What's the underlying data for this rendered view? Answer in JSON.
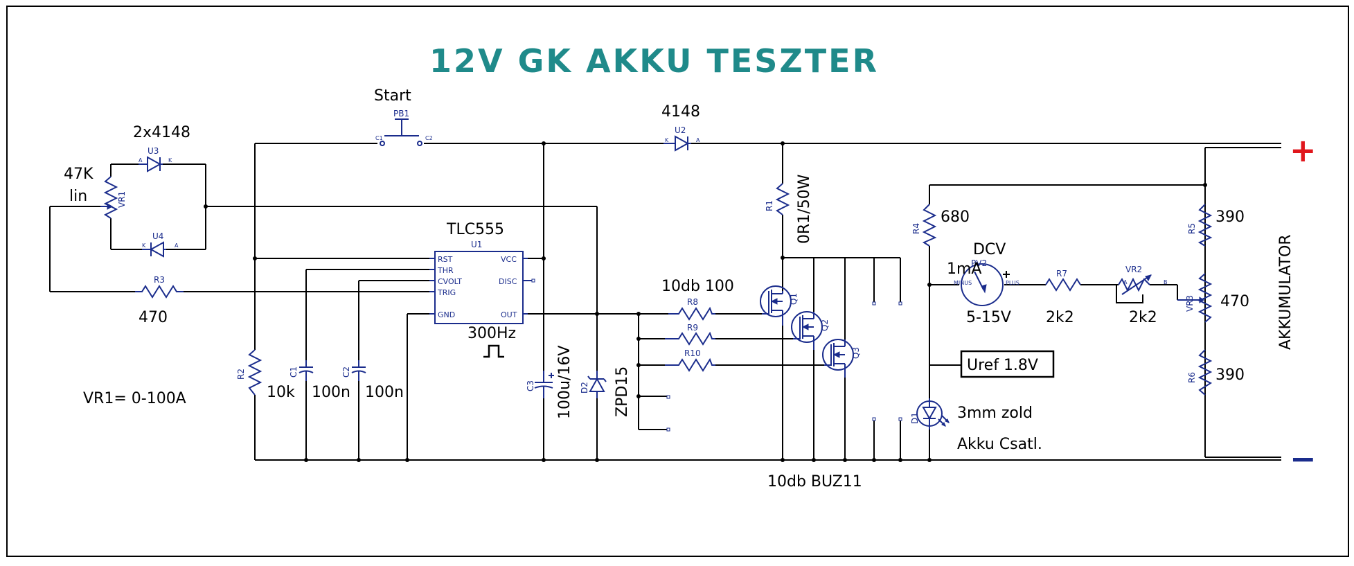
{
  "title": "12V GK AKKU TESZTER",
  "colors": {
    "title": "#1f8a8a",
    "component": "#1a2c8c",
    "wire": "#000000",
    "plus": "#e0161c",
    "minus": "#1a2c8c",
    "background": "#ffffff"
  },
  "terminals": {
    "plus": "+",
    "minus": "−"
  },
  "labels": {
    "start": "Start",
    "two_diodes": "2x4148",
    "pot_value": "47K",
    "pot_taper": "lin",
    "r3_value": "470",
    "range_note": "VR1= 0-100A",
    "diode_4148": "4148",
    "ic_name": "TLC555",
    "freq": "300Hz",
    "r2_value": "10k",
    "c1_value": "100n",
    "c2_value": "100n",
    "c3_value": "100u/16V",
    "zener": "ZPD15",
    "r1_value": "0R1/50W",
    "res_bank": "10db 100",
    "mosfets": "10db BUZ11",
    "r4_value": "680",
    "meter_type": "DCV",
    "meter_current": "1mA",
    "meter_range": "5-15V",
    "r7_value": "2k2",
    "vr2_value": "2k2",
    "r5_value": "390",
    "vr3_value": "470",
    "r6_value": "390",
    "battery": "AKKUMULATOR",
    "uref": "Uref 1.8V",
    "led_type": "3mm zold",
    "led_note": "Akku Csatl."
  },
  "refs": {
    "pb1": "PB1",
    "u3": "U3",
    "u4": "U4",
    "vr1": "VR1",
    "r3": "R3",
    "u2": "U2",
    "u1": "U1",
    "r2": "R2",
    "c1": "C1",
    "c2": "C2",
    "c3": "C3",
    "d2": "D2",
    "r1": "R1",
    "r8": "R8",
    "r9": "R9",
    "r10": "R10",
    "q1": "Q1",
    "q2": "Q2",
    "q3": "Q3",
    "r4": "R4",
    "pv2": "PV2",
    "r7": "R7",
    "vr2": "VR2",
    "r5": "R5",
    "vr3": "VR3",
    "r6": "R6",
    "d1": "D1"
  },
  "ic_pins": {
    "rst": "RST",
    "thr": "THR",
    "cvolt": "CVOLT",
    "trig": "TRIG",
    "gnd": "GND",
    "vcc": "VCC",
    "disc": "DISC",
    "out": "OUT"
  },
  "pin_labels": {
    "c1": "C1",
    "c2": "C2",
    "a": "A",
    "k": "K",
    "b": "B",
    "minus": "MINUS",
    "plus": "PLUS"
  }
}
